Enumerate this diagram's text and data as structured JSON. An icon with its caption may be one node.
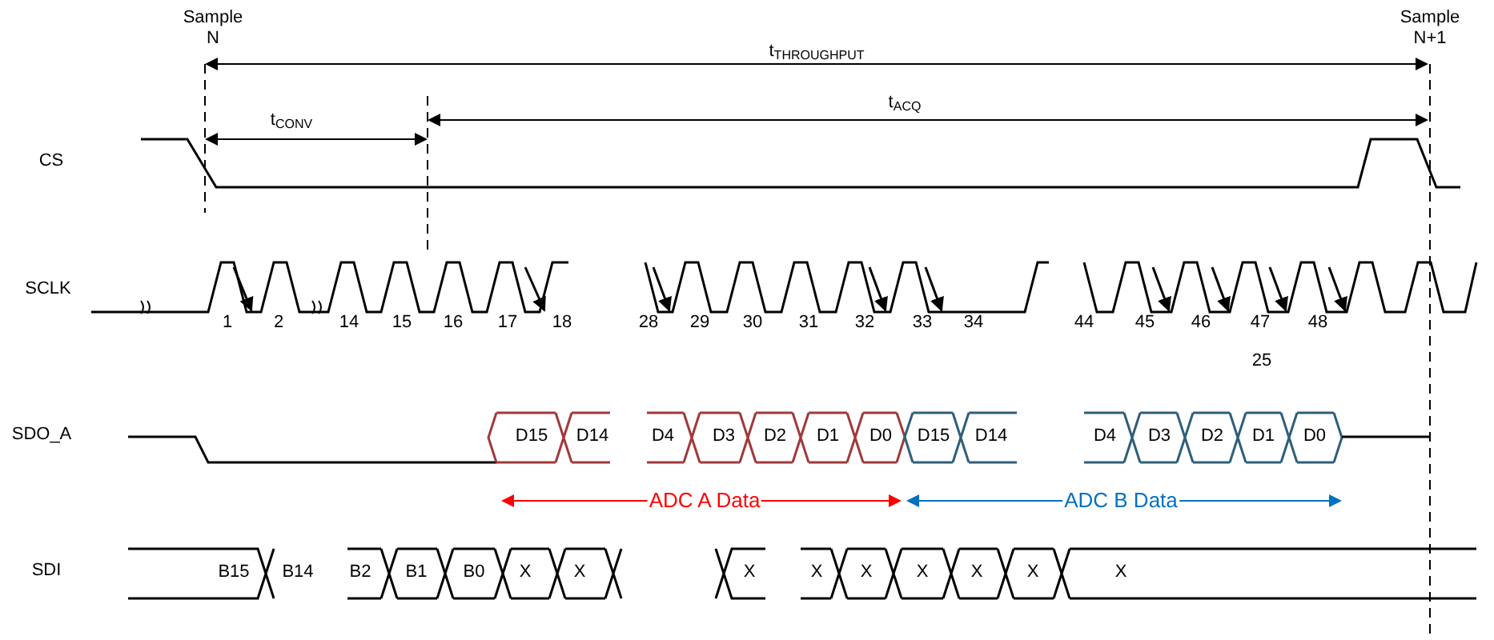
{
  "diagram": {
    "labels": [
      "Sample N",
      "Sample N+1",
      "t$_{THROUGHPUT}$",
      "t$_{CONV}$",
      "t$_{ACQ}$",
      "CS",
      "SCLK",
      "1",
      "2",
      "14",
      "15",
      "16",
      "17",
      "18",
      "28",
      "29",
      "30",
      "31",
      "32",
      "33",
      "34",
      "44",
      "45",
      "46",
      "47",
      "48",
      "25",
      "SDO_A",
      "D15",
      "D14",
      "D4",
      "D3",
      "D2",
      "D1",
      "D0",
      "D15",
      "D14",
      "D4",
      "D3",
      "D2",
      "D1",
      "D0",
      "ADC A Data",
      "ADC B Data",
      "SDI",
      "B15",
      "B14",
      "B2",
      "B1",
      "B0",
      "X",
      "X",
      "X",
      "X",
      "X",
      "X",
      "X",
      "X",
      "X"
    ]
  }
}
